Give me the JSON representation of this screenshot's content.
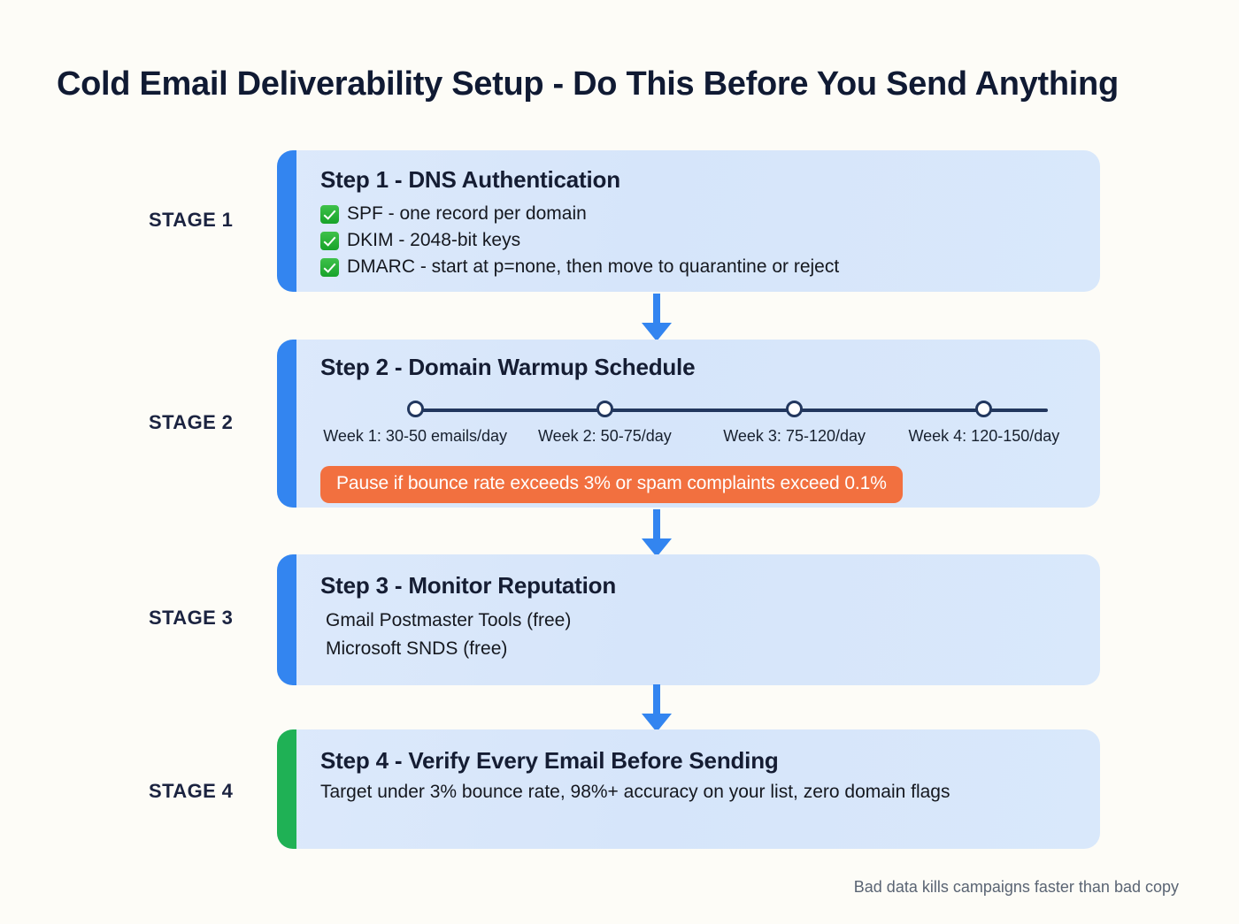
{
  "page": {
    "title": "Cold Email Deliverability Setup - Do This Before You Send Anything",
    "background_color": "#fdfcf7",
    "footer_note": "Bad data kills campaigns faster than bad copy"
  },
  "colors": {
    "card_background": "#d9e8fb",
    "accent_blue": "#3385f0",
    "accent_green": "#1fb155",
    "arrow_blue": "#3385f0",
    "warning_orange": "#f2703f",
    "title_navy": "#101a33",
    "timeline_navy": "#22375e",
    "check_green": "#17a32a"
  },
  "stages": [
    {
      "label": "STAGE 1",
      "accent": "blue",
      "card_title": "Step 1 - DNS Authentication",
      "checklist": [
        "SPF - one record per domain",
        "DKIM - 2048-bit keys",
        "DMARC - start at p=none, then move to quarantine or reject"
      ]
    },
    {
      "label": "STAGE 2",
      "accent": "blue",
      "card_title": "Step 2 - Domain Warmup Schedule",
      "timeline": [
        "Week 1: 30-50 emails/day",
        "Week 2: 50-75/day",
        "Week 3: 75-120/day",
        "Week 4: 120-150/day"
      ],
      "warning": "Pause if bounce rate exceeds 3% or spam complaints exceed 0.1%"
    },
    {
      "label": "STAGE 3",
      "accent": "blue",
      "card_title": "Step 3 - Monitor Reputation",
      "items": [
        "Gmail Postmaster Tools (free)",
        "Microsoft SNDS (free)"
      ]
    },
    {
      "label": "STAGE 4",
      "accent": "green",
      "card_title": "Step 4 - Verify Every Email Before Sending",
      "body": "Target under 3% bounce rate, 98%+ accuracy on your list, zero domain flags"
    }
  ],
  "icons": {
    "check": "check-square-icon",
    "arrow": "arrow-down-icon",
    "timeline_dot": "timeline-node-icon"
  }
}
